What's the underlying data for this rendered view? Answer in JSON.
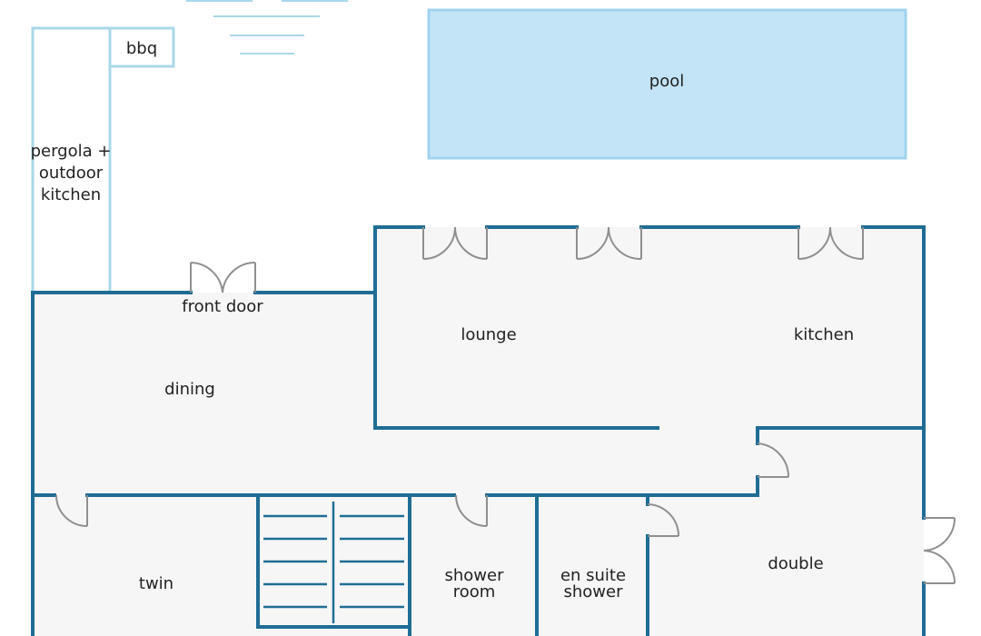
{
  "colors": {
    "wall": "#1f6d95",
    "outline_light": "#a9d8ea",
    "pool_fill": "#c3e4f6",
    "pool_stroke": "#9fd3ee",
    "floor_fill": "#f6f6f6",
    "door": "#8f8f8f",
    "label": "#222222"
  },
  "labels": {
    "pool": "pool",
    "bbq": "bbq",
    "pergola": [
      "pergola +",
      "outdoor",
      "kitchen"
    ],
    "front_door": "front door",
    "lounge": "lounge",
    "kitchen": "kitchen",
    "dining": "dining",
    "twin": "twin",
    "shower_room": [
      "shower",
      "room"
    ],
    "en_suite_shower": [
      "en suite",
      "shower"
    ],
    "double": "double"
  }
}
